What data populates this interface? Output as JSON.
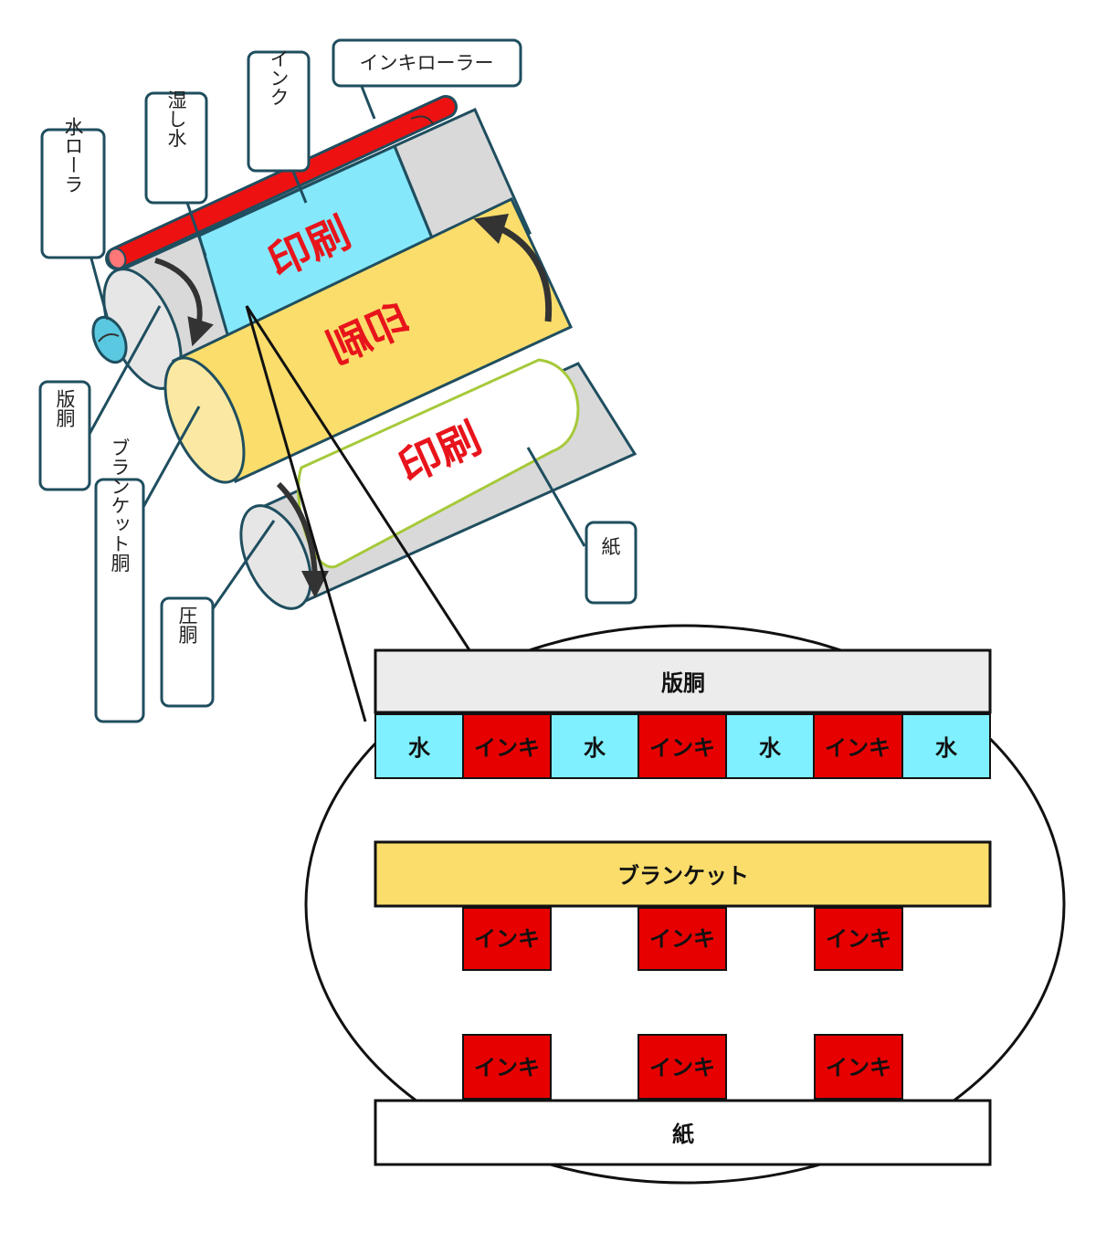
{
  "diagram": {
    "labels": {
      "ink_roller": "インキローラー",
      "ink": "インク",
      "dampening_water": "湿し水",
      "water_roller": "水ローラ",
      "plate_cylinder": "版胴",
      "blanket_cylinder": "ブランケット胴",
      "impression_cylinder": "圧胴",
      "paper": "紙"
    },
    "print_text": {
      "plate": "印刷",
      "blanket": "印刷",
      "paper": "印刷"
    },
    "detail": {
      "plate_band": "版胴",
      "blanket_band": "ブランケット",
      "paper_band": "紙",
      "plate_row": [
        "水",
        "インキ",
        "水",
        "インキ",
        "水",
        "インキ",
        "水"
      ],
      "blanket_ink": [
        "インキ",
        "インキ",
        "インキ"
      ],
      "paper_ink": [
        "インキ",
        "インキ",
        "インキ"
      ]
    },
    "colors": {
      "ink_red": "#e60000",
      "water_cyan": "#7ff0ff",
      "blanket_yellow": "#fadd6b",
      "cylinder_gray": "#d9d9d9",
      "outline": "#1f4e5f"
    }
  }
}
